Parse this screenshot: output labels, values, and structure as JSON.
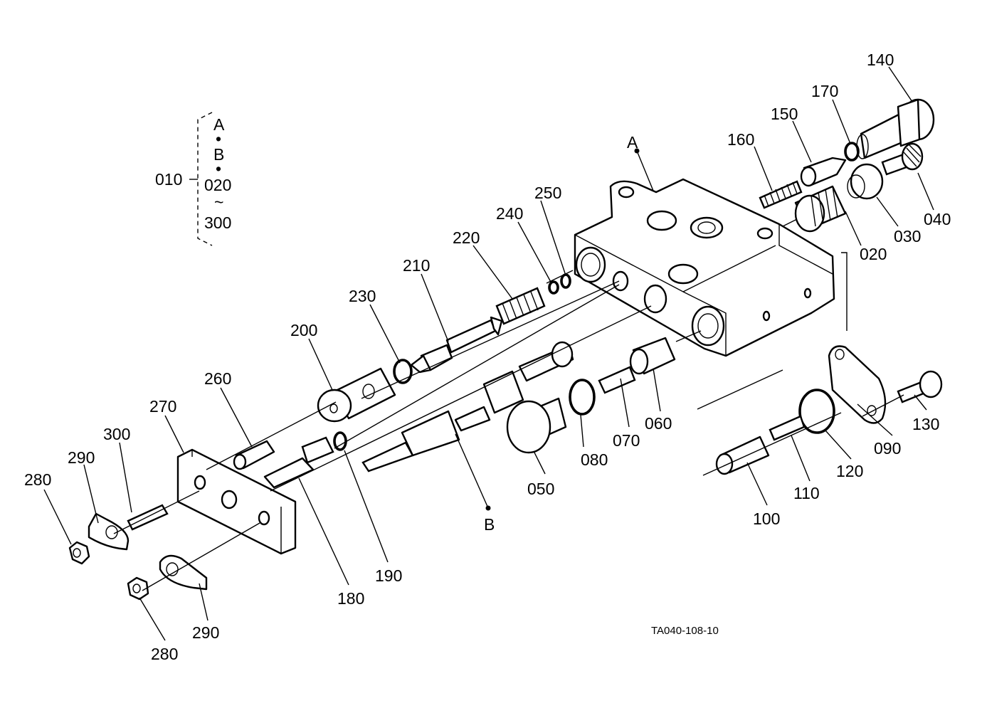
{
  "diagram": {
    "reference_code": "TA040-108-10",
    "bracket": {
      "number": "010",
      "lines": [
        "A",
        "•",
        "B",
        "•",
        "020",
        "~",
        "300"
      ]
    },
    "callouts": {
      "A": "A",
      "B": "B",
      "p020": "020",
      "p030": "030",
      "p040": "040",
      "p050": "050",
      "p060": "060",
      "p070": "070",
      "p080": "080",
      "p090": "090",
      "p100": "100",
      "p110": "110",
      "p120": "120",
      "p130": "130",
      "p140": "140",
      "p150": "150",
      "p160": "160",
      "p170": "170",
      "p180": "180",
      "p190": "190",
      "p200": "200",
      "p210": "210",
      "p220": "220",
      "p230": "230",
      "p240": "240",
      "p250": "250",
      "p260": "260",
      "p270": "270",
      "p280a": "280",
      "p280b": "280",
      "p290a": "290",
      "p290b": "290",
      "p300": "300"
    }
  }
}
